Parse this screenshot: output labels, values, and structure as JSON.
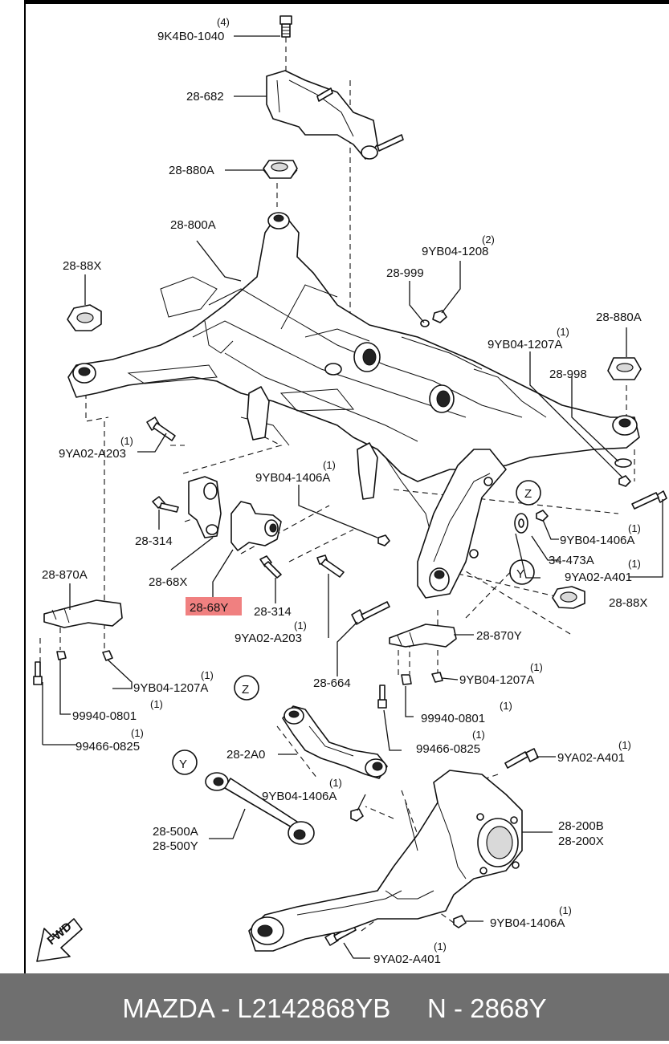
{
  "labels": {
    "bolt_top": "9K4B0-1040",
    "bolt_top_qty": "(4)",
    "bracket_top": "28-682",
    "bushing_upper": "28-880A",
    "subframe": "28-800A",
    "nut_left_top": "28-88X",
    "nut_1208": "9YB04-1208",
    "nut_1208_qty": "(2)",
    "washer_999": "28-999",
    "bushing_right": "28-880A",
    "nut_1207a_top": "9YB04-1207A",
    "nut_1207a_top_qty": "(1)",
    "washer_998": "28-998",
    "bolt_a203_left": "9YA02-A203",
    "bolt_a203_left_qty": "(1)",
    "nut_1406a_mid": "9YB04-1406A",
    "nut_1406a_mid_qty": "(1)",
    "circle_z": "Z",
    "circle_y": "Y",
    "nut_1406a_right": "9YB04-1406A",
    "nut_1406a_right_qty": "(1)",
    "washer_473a": "34-473A",
    "bolt_a401_right": "9YA02-A401",
    "bolt_a401_right_qty": "(1)",
    "nut_left_bottom": "28-88X",
    "bolt_314_left": "28-314",
    "bracket_68x": "28-68X",
    "bracket_68y": "28-68Y",
    "bolt_314_right": "28-314",
    "bolt_a203_mid": "9YA02-A203",
    "bolt_a203_mid_qty": "(1)",
    "plate_870a": "28-870A",
    "plate_870y": "28-870Y",
    "bolt_664": "28-664",
    "nut_1207a_left": "9YB04-1207A",
    "nut_1207a_left_qty": "(1)",
    "nut_1207a_right": "9YB04-1207A",
    "nut_1207a_right_qty": "(1)",
    "bolt_99940_left": "99940-0801",
    "bolt_99940_left_qty": "(1)",
    "bolt_99940_right": "99940-0801",
    "bolt_99940_right_qty": "(1)",
    "bolt_99466_left": "99466-0825",
    "bolt_99466_left_qty": "(1)",
    "bolt_99466_right": "99466-0825",
    "bolt_99466_right_qty": "(1)",
    "arm_2a0": "28-2A0",
    "bolt_a401_lower": "9YA02-A401",
    "bolt_a401_lower_qty": "(1)",
    "nut_1406a_lower": "9YB04-1406A",
    "nut_1406a_lower_qty": "(1)",
    "link_500a": "28-500A",
    "link_500y": "28-500Y",
    "knuckle_200b": "28-200B",
    "knuckle_200x": "28-200X",
    "nut_1406a_bottom": "9YB04-1406A",
    "nut_1406a_bottom_qty": "(1)",
    "bolt_a401_bottom": "9YA02-A401",
    "bolt_a401_bottom_qty": "(1)",
    "fwd": "FWD"
  },
  "highlight": {
    "label": "28-68Y",
    "color": "#f08080"
  },
  "footer": {
    "text": "MAZDA - L2142868YB     N - 2868Y",
    "background": "#6f6f6f"
  }
}
